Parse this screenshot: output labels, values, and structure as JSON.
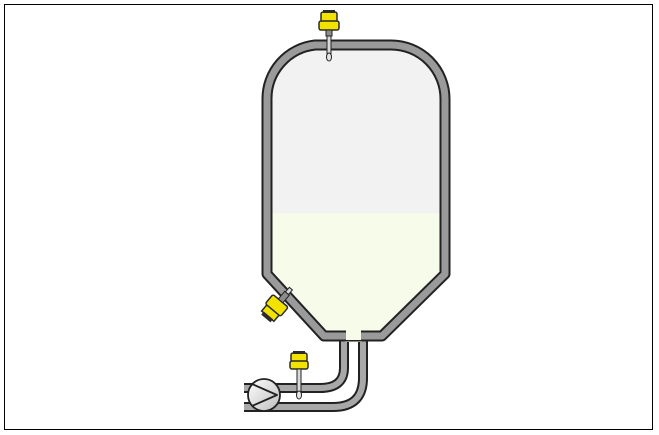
{
  "diagram": {
    "type": "process-schematic",
    "components": [
      {
        "name": "pressure-vessel-tank",
        "kind": "vessel"
      },
      {
        "name": "top-sensor",
        "kind": "level-sensor"
      },
      {
        "name": "side-sensor",
        "kind": "level-sensor"
      },
      {
        "name": "pipe-sensor",
        "kind": "level-sensor"
      },
      {
        "name": "pump",
        "kind": "pump"
      },
      {
        "name": "outlet-pipe",
        "kind": "pipe"
      }
    ],
    "fill_level_fraction": 0.42,
    "colors": {
      "wall": "#9a9a9a",
      "wall_outline": "#222222",
      "vapor": "#f2f2f2",
      "liquid": "#f7fbea",
      "sensor_yellow": "#f2e200",
      "sensor_dark": "#2b2b2b"
    }
  }
}
